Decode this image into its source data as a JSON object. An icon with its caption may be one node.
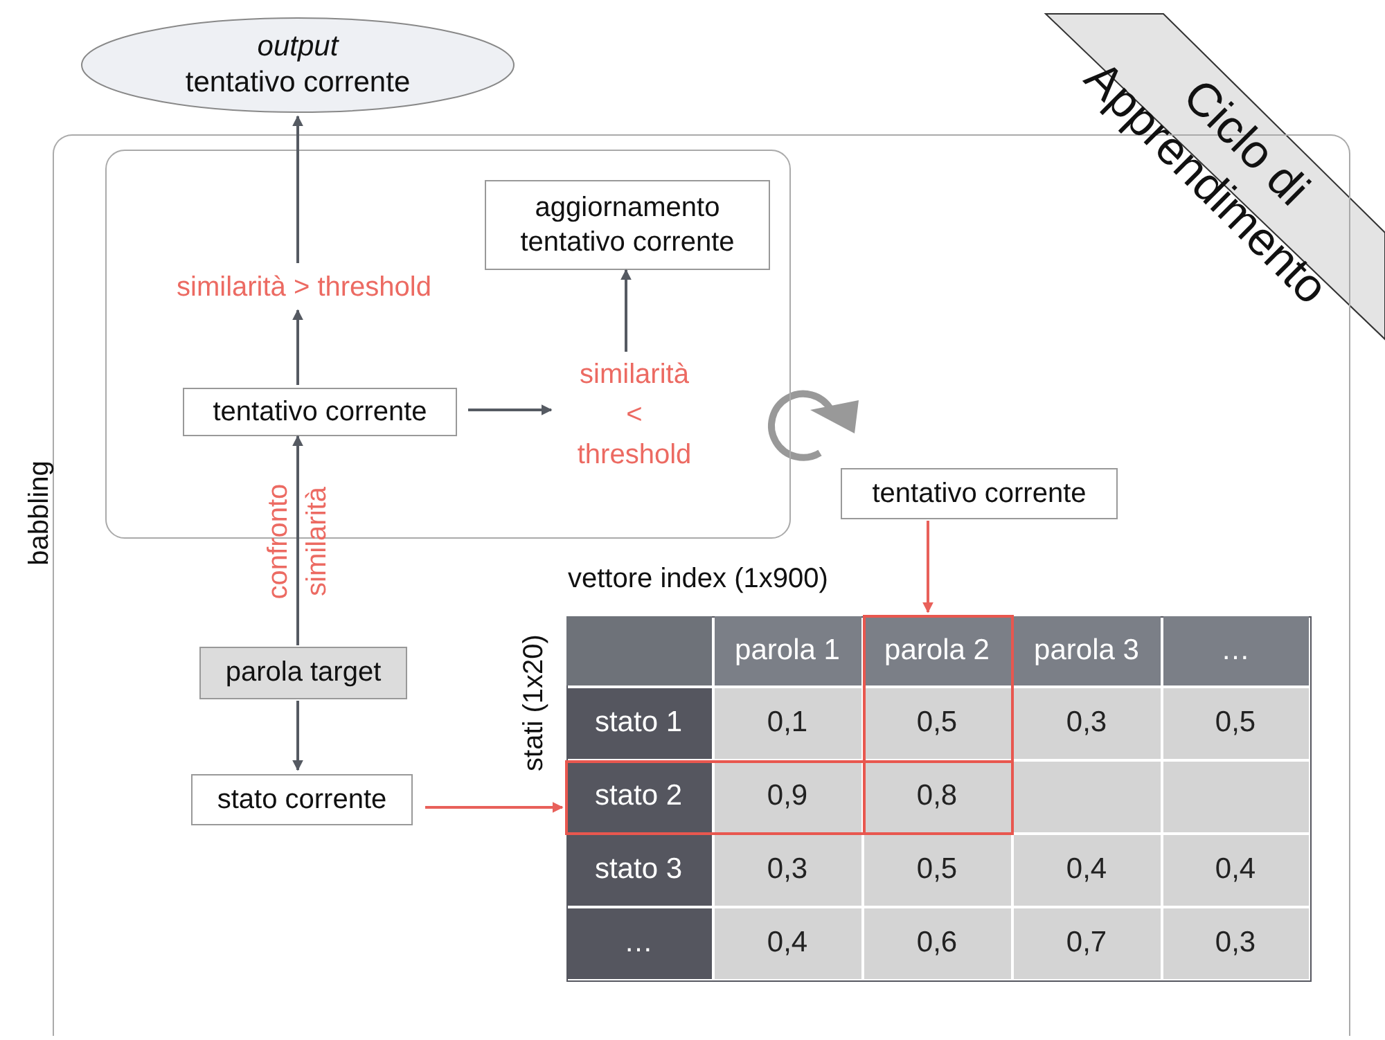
{
  "diagram": {
    "nodes": [
      {
        "text": [
          "babbling"
        ]
      },
      {
        "text": [],
        "shape": "box",
        "in": 0
      },
      {
        "text": [
          "*output* tentativo corrente"
        ]
      },
      {
        "text": [
          "similarità > threshold"
        ],
        "in": 1
      },
      {
        "text": [
          "tentativo corrente"
        ],
        "in": 1
      },
      {
        "text": [
          "similarità < threshold"
        ],
        "in": 1
      },
      {
        "text": [
          "aggiornamento tentativo corrente"
        ],
        "in": 1
      },
      {
        "text": [
          "parola target"
        ],
        "in": 0
      },
      {
        "text": [
          "stato corrente"
        ],
        "in": 0
      },
      {
        "text": [
          "tentativo corrente"
        ],
        "in": 0
      },
      {
        "text": [],
        "shape": "box",
        "in": 0,
        "beside": [
          "stati (1x20)"
        ]
      }
    ],
    "edges": [
      {
        "from": 4,
        "to": 3,
        "arrow": "to"
      },
      {
        "from": 3,
        "to": 2,
        "arrow": "to"
      },
      {
        "from": 4,
        "to": 5,
        "arrow": "to"
      },
      {
        "from": 5,
        "to": 6,
        "arrow": "to"
      },
      {
        "from": 7,
        "to": 4,
        "arrow": "to",
        "label": "confronto similarità"
      },
      {
        "from": 7,
        "to": 8,
        "arrow": "to"
      },
      {
        "from": 8,
        "to": 10,
        "arrow": "to",
        "color": "#e8605a"
      },
      {
        "from": 9,
        "to": 10,
        "arrow": "to",
        "color": "#e8605a"
      }
    ],
    "labels": [
      "Ciclo di Apprendimento",
      "vettore index (1x900)",
      "parola 1",
      "parola 2",
      "parola 3",
      "…",
      "stato 1",
      "0,1",
      "0,5",
      "0,3",
      "0,5",
      "stato 2",
      "0,9",
      "0,8",
      "stato 3",
      "0,3",
      "0,5",
      "0,4",
      "0,4",
      "…",
      "0,4",
      "0,6",
      "0,7",
      "0,3"
    ]
  }
}
